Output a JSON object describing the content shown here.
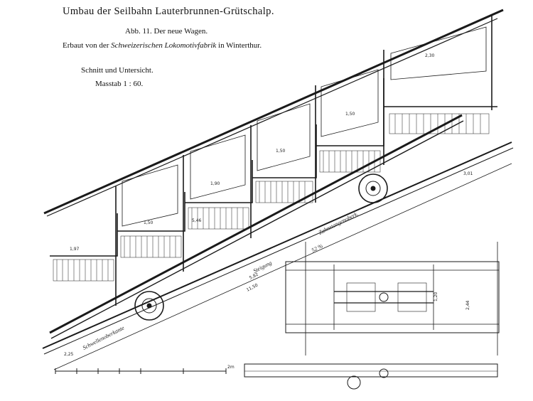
{
  "header": {
    "title": "Umbau der Seilbahn Lauterbrunnen-Grütschalp.",
    "figure_label": "Abb. 11. Der neue Wagen.",
    "builder_prefix": "Erbaut von der",
    "builder_name": "Schweizerischen Lokomotivfabrik",
    "builder_suffix": "in Winterthur.",
    "section_note": "Schnitt und Untersicht.",
    "scale": "Masstab 1 : 60."
  },
  "labels": {
    "steigung": "Steigung",
    "steigung_value": "52 %",
    "zahnstange": "Zahnstangenoberk.",
    "schwellen": "Schwellenoberkante",
    "scale_end": "2m"
  },
  "dimensions": {
    "d230": "2,30",
    "d150a": "1,50",
    "d150b": "1,50",
    "d150c": "1,50",
    "d197": "1,97",
    "d190": "1,90",
    "d546": "5,46",
    "d301": "3,01",
    "d1150": "11,50",
    "d582": "5,82",
    "d225": "2,25",
    "d120": "1,20",
    "d244": "2,44"
  },
  "colors": {
    "ink": "#1a1a1a",
    "paper": "#ffffff"
  }
}
